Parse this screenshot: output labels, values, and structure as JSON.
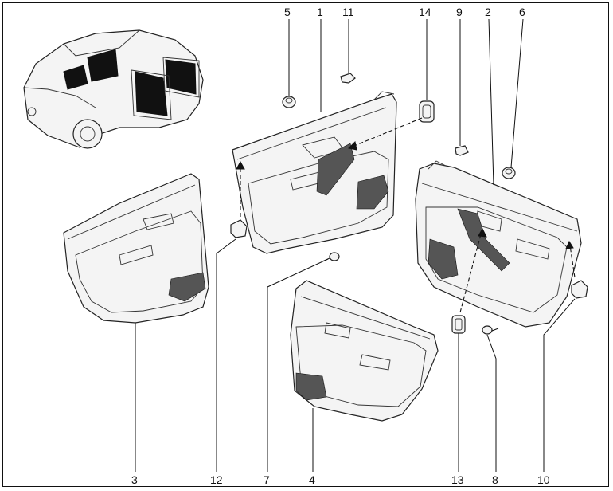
{
  "callouts": [
    {
      "id": "c1",
      "label": "1"
    },
    {
      "id": "c2",
      "label": "2"
    },
    {
      "id": "c3",
      "label": "3"
    },
    {
      "id": "c4",
      "label": "4"
    },
    {
      "id": "c5",
      "label": "5"
    },
    {
      "id": "c6",
      "label": "6"
    },
    {
      "id": "c7",
      "label": "7"
    },
    {
      "id": "c8",
      "label": "8"
    },
    {
      "id": "c9",
      "label": "9"
    },
    {
      "id": "c10",
      "label": "10"
    },
    {
      "id": "c11",
      "label": "11"
    },
    {
      "id": "c12",
      "label": "12"
    },
    {
      "id": "c13",
      "label": "13"
    },
    {
      "id": "c14",
      "label": "14"
    }
  ],
  "colors": {
    "line": "#111111",
    "panel_fill": "#f4f4f4",
    "background": "#ffffff"
  }
}
